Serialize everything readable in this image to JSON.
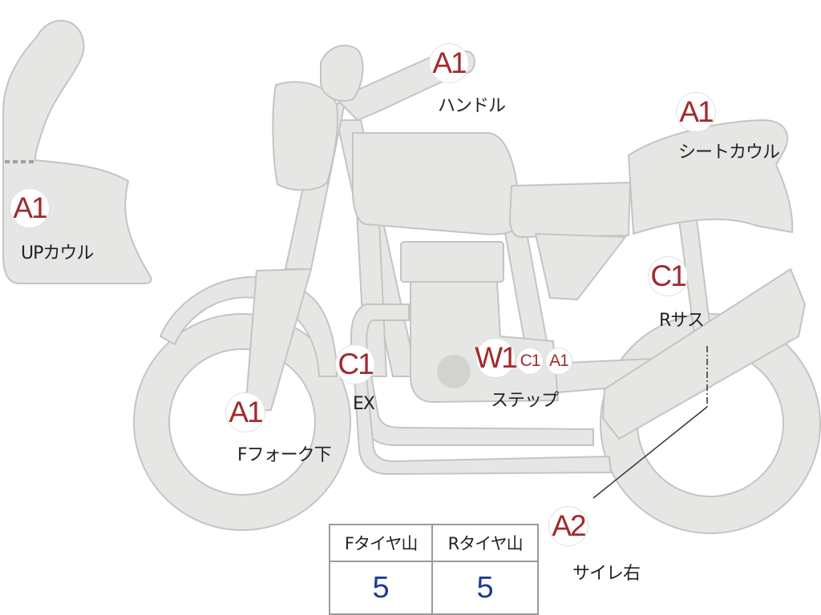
{
  "markers": [
    {
      "id": "handle",
      "code": "A1",
      "label": "ハンドル"
    },
    {
      "id": "seatcowl",
      "code": "A1",
      "label": "シートカウル"
    },
    {
      "id": "upcowl",
      "code": "A1",
      "label": "UPカウル"
    },
    {
      "id": "rsus",
      "code": "C1",
      "label": "Rサス"
    },
    {
      "id": "ex",
      "code": "C1",
      "label": "EX"
    },
    {
      "id": "ffork",
      "code": "A1",
      "label": "Fフォーク下"
    },
    {
      "id": "step_w",
      "code": "W1",
      "label": "ステップ"
    },
    {
      "id": "step_c",
      "code": "C1"
    },
    {
      "id": "step_a",
      "code": "A1"
    },
    {
      "id": "silencer",
      "code": "A2",
      "label": "サイレ右"
    }
  ],
  "tire_table": {
    "headers": [
      "Fタイヤ山",
      "Rタイヤ山"
    ],
    "values": [
      "5",
      "5"
    ]
  },
  "colors": {
    "part_fill": "#e6e6e4",
    "part_stroke": "#c4c4c2",
    "badge_text": "#a12a2d",
    "table_value": "#1e3d8f"
  }
}
